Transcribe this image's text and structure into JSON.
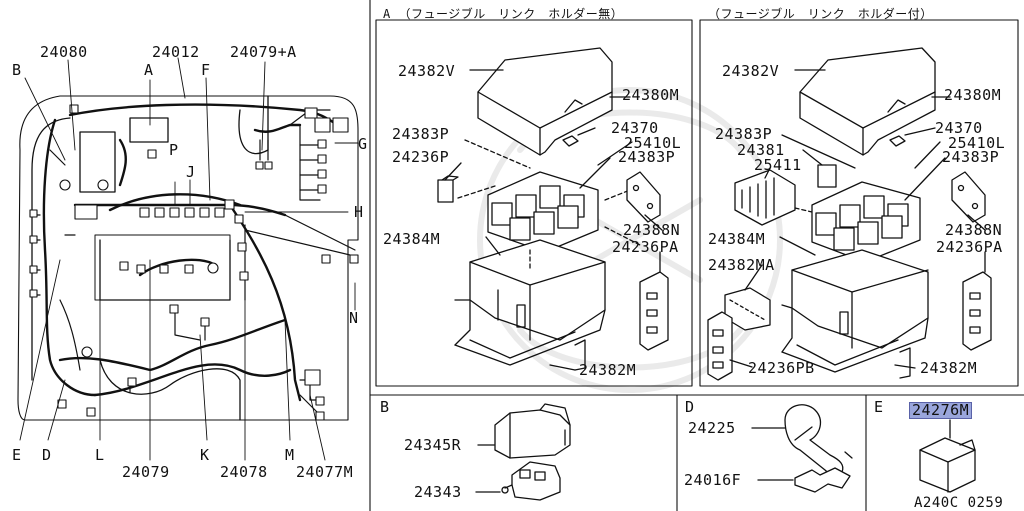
{
  "overview": {
    "part_labels": {
      "p24080": "24080",
      "p24012": "24012",
      "p24079a": "24079+A",
      "p24079": "24079",
      "p24078": "24078",
      "p24077m": "24077M"
    },
    "view_letters": {
      "A": "A",
      "B": "B",
      "F": "F",
      "G": "G",
      "P": "P",
      "J": "J",
      "H": "H",
      "N": "N",
      "E": "E",
      "D": "D",
      "L": "L",
      "K": "K",
      "M": "M"
    }
  },
  "panel_a": {
    "heading": "A （フュージブル　リンク　ホルダー無）",
    "labels": {
      "p24382v": "24382V",
      "p24380m": "24380M",
      "p24383p_l": "24383P",
      "p24370": "24370",
      "p24236p": "24236P",
      "p25410l": "25410L",
      "p24383p_r": "24383P",
      "p24388n": "24388N",
      "p24384m": "24384M",
      "p24236pa": "24236PA",
      "p24382m": "24382M"
    }
  },
  "panel_a2": {
    "heading": "（フュージブル　リンク　ホルダー付）",
    "labels": {
      "p24382v": "24382V",
      "p24380m": "24380M",
      "p24383p_l": "24383P",
      "p24370": "24370",
      "p24381": "24381",
      "p25410l": "25410L",
      "p25411": "25411",
      "p24383p_r": "24383P",
      "p24388n": "24388N",
      "p24384m": "24384M",
      "p24236pa": "24236PA",
      "p24382ma": "24382MA",
      "p24236pb": "24236PB",
      "p24382m": "24382M"
    }
  },
  "panel_b": {
    "letter": "B",
    "labels": {
      "p24345r": "24345R",
      "p24343": "24343"
    }
  },
  "panel_d": {
    "letter": "D",
    "labels": {
      "p24225": "24225",
      "p24016f": "24016F"
    }
  },
  "panel_e": {
    "letter": "E",
    "labels": {
      "p24276m": "24276M"
    },
    "code": "A240C 0259"
  },
  "colors": {
    "line": "#111111",
    "highlight": "#9aa6dc",
    "watermark": "#e6e6e6"
  }
}
